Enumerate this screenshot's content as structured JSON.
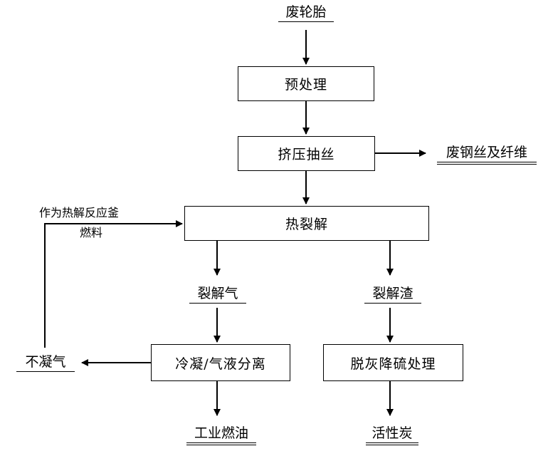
{
  "inputs": {
    "tire": "废轮胎"
  },
  "steps": {
    "pretreat": "预处理",
    "extrude": "挤压抽丝",
    "pyrolysis": "热裂解",
    "condense": "冷凝/气液分离",
    "deash": "脱灰降硫处理"
  },
  "intermediates": {
    "gas": "裂解气",
    "residue": "裂解渣",
    "noncond": "不凝气"
  },
  "products": {
    "steel": "废钢丝及纤维",
    "oil": "工业燃油",
    "carbon": "活性炭"
  },
  "recycle_note": {
    "line1": "作为热解反应釜",
    "line2": "燃料"
  }
}
